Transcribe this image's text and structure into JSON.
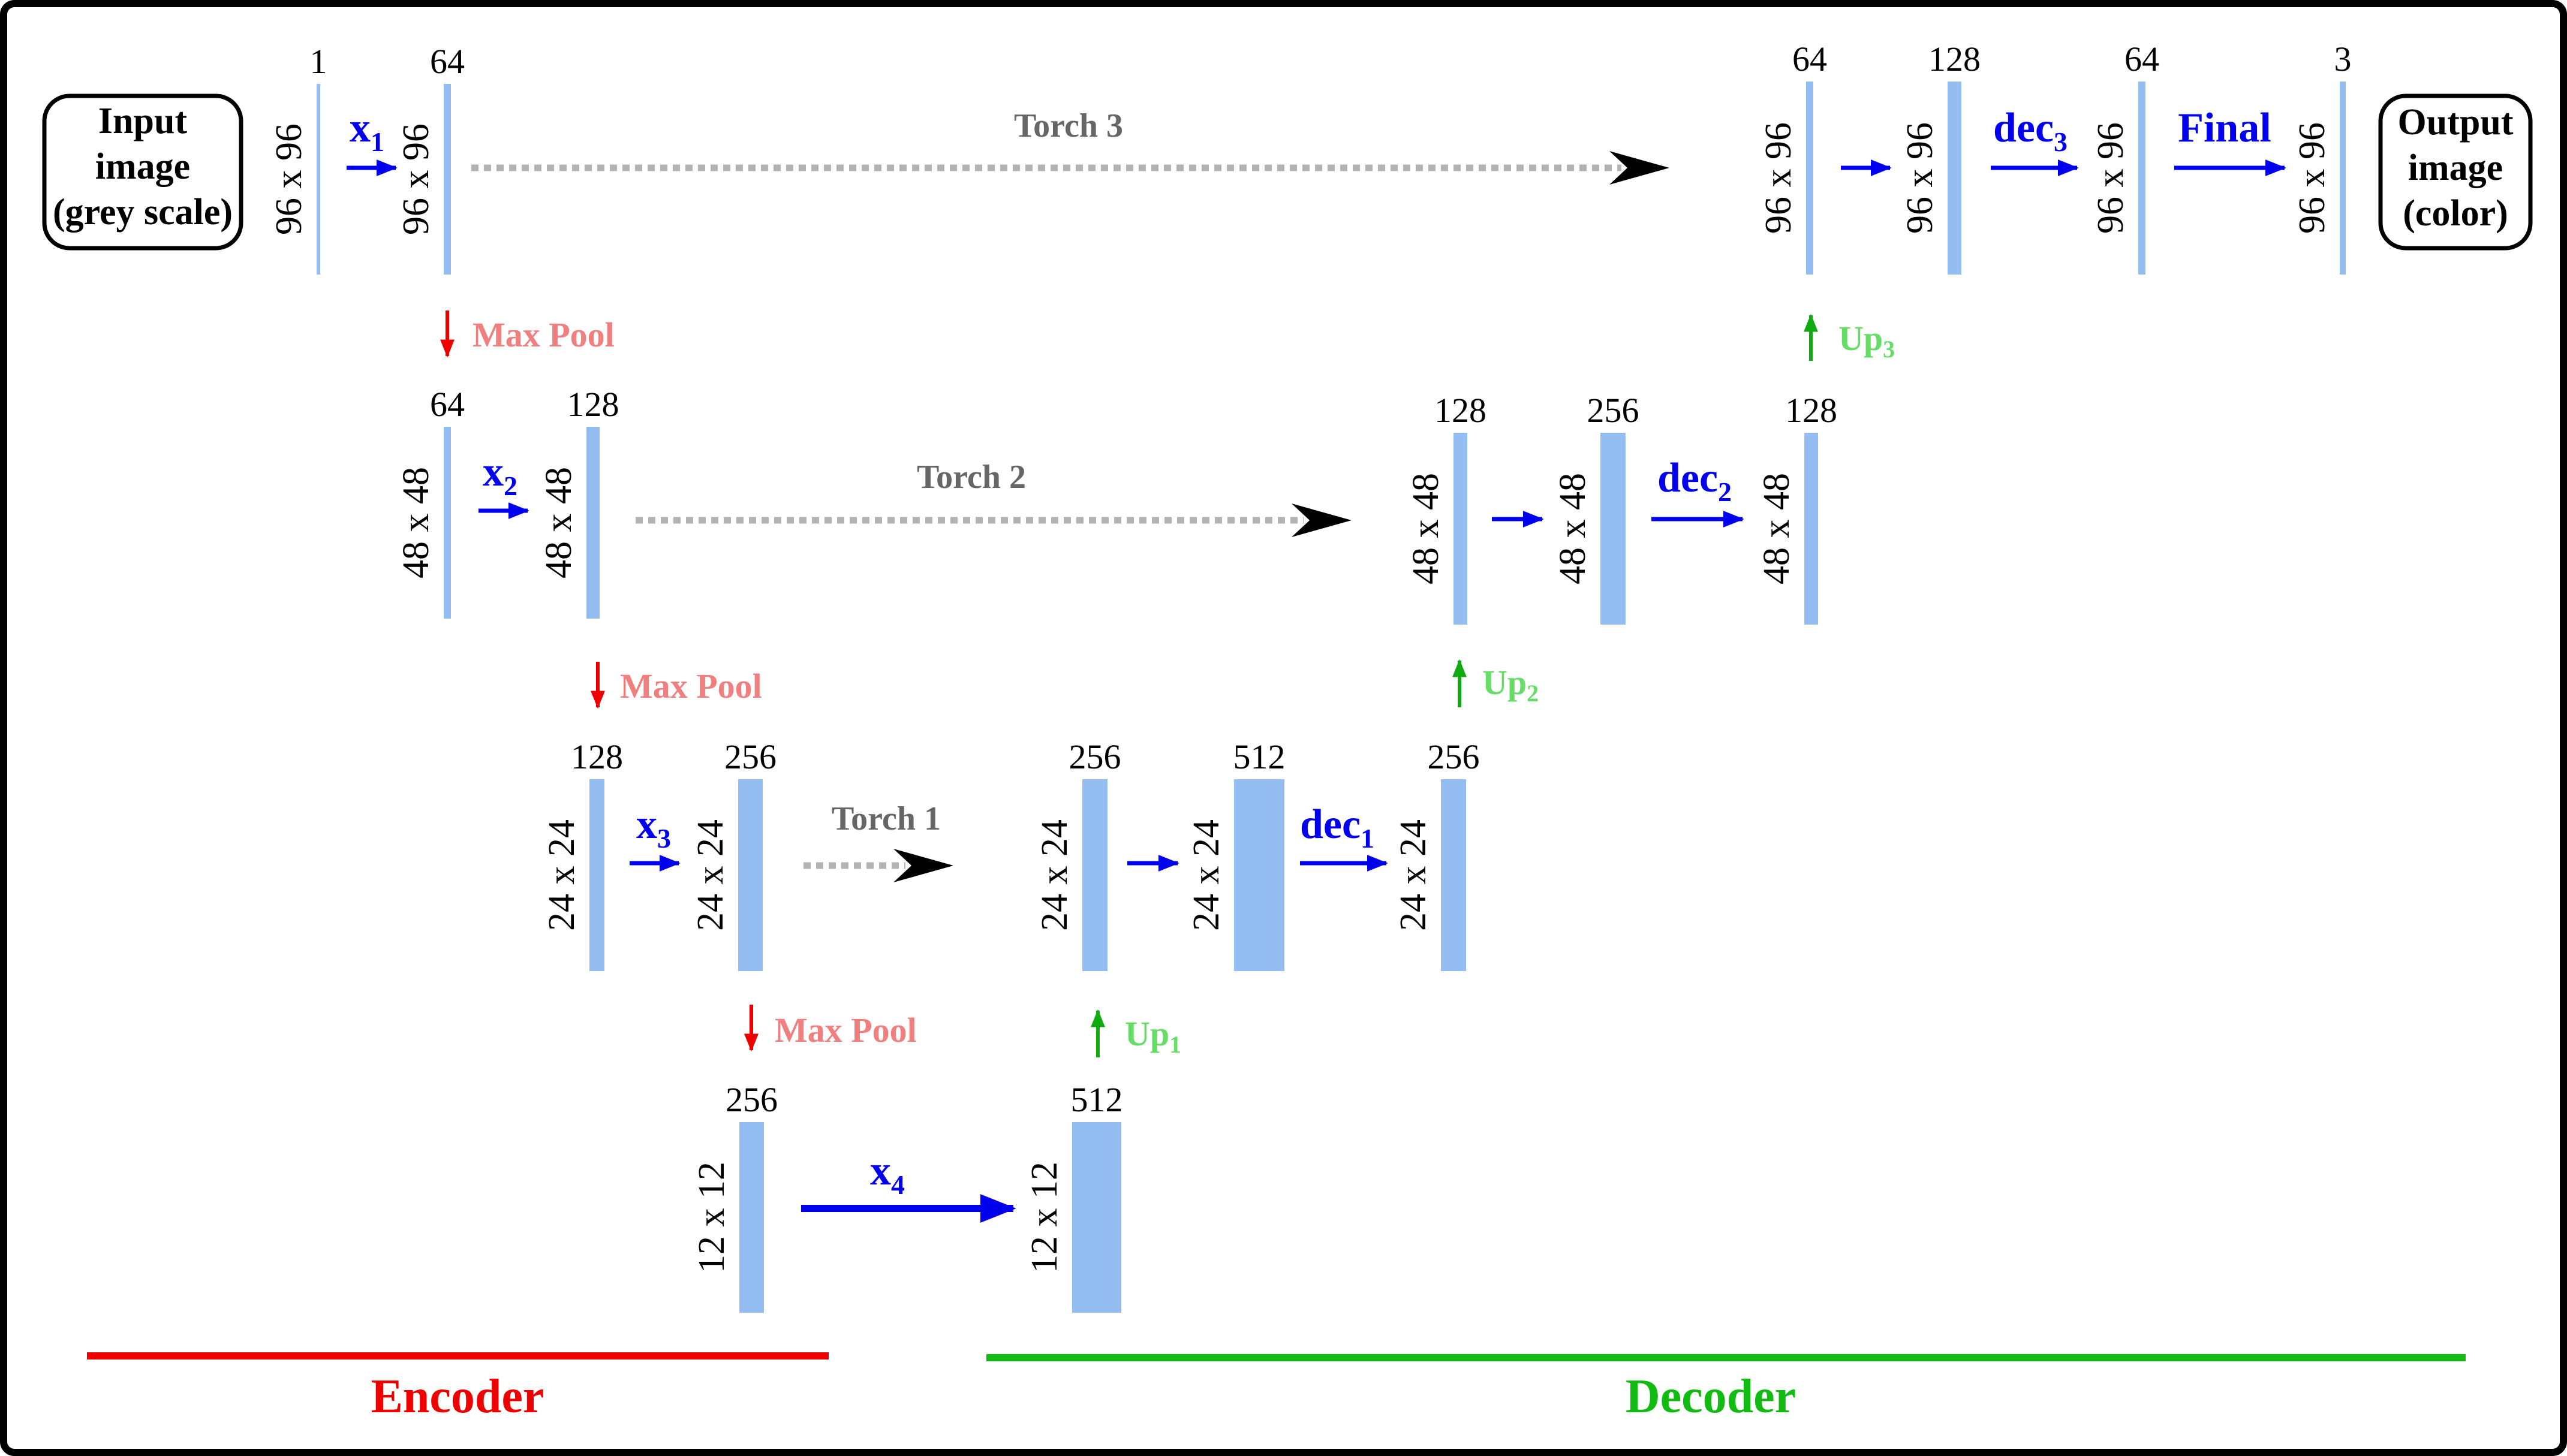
{
  "colors": {
    "frame": "#000000",
    "feature_map": "#94bdf2",
    "conv_arrow": "#0000ee",
    "skip_line": "#b3b3b3",
    "skip_head": "#000000",
    "pool_arrow": "#ee0000",
    "pool_label": "#f08080",
    "up_arrow": "#11aa11",
    "up_label": "#66dd66",
    "encoder": "#ee0000",
    "decoder": "#11bb11"
  },
  "input_box": {
    "lines": [
      "Input",
      "image",
      "(grey scale)"
    ]
  },
  "output_box": {
    "lines": [
      "Output",
      "image",
      "(color)"
    ]
  },
  "encoder_label": "Encoder",
  "decoder_label": "Decoder",
  "feature_maps": [
    {
      "id": "e1a",
      "channels": "1",
      "size": "96 x 96"
    },
    {
      "id": "e1b",
      "channels": "64",
      "size": "96 x 96"
    },
    {
      "id": "e2a",
      "channels": "64",
      "size": "48 x 48"
    },
    {
      "id": "e2b",
      "channels": "128",
      "size": "48 x 48"
    },
    {
      "id": "e3a",
      "channels": "128",
      "size": "24 x 24"
    },
    {
      "id": "e3b",
      "channels": "256",
      "size": "24 x 24"
    },
    {
      "id": "e4",
      "channels": "256",
      "size": "12 x 12"
    },
    {
      "id": "b4",
      "channels": "512",
      "size": "12 x 12"
    },
    {
      "id": "d1a",
      "channels": "256",
      "size": "24 x 24"
    },
    {
      "id": "d1b",
      "channels": "512",
      "size": "24 x 24"
    },
    {
      "id": "d1c",
      "channels": "256",
      "size": "24 x 24"
    },
    {
      "id": "d2a",
      "channels": "128",
      "size": "48 x 48"
    },
    {
      "id": "d2b",
      "channels": "256",
      "size": "48 x 48"
    },
    {
      "id": "d2c",
      "channels": "128",
      "size": "48 x 48"
    },
    {
      "id": "d3a",
      "channels": "64",
      "size": "96 x 96"
    },
    {
      "id": "d3b",
      "channels": "128",
      "size": "96 x 96"
    },
    {
      "id": "d3c",
      "channels": "64",
      "size": "96 x 96"
    },
    {
      "id": "out",
      "channels": "3",
      "size": "96 x 96"
    }
  ],
  "conv_labels": [
    {
      "id": "x1",
      "base": "x",
      "sub": "1"
    },
    {
      "id": "x2",
      "base": "x",
      "sub": "2"
    },
    {
      "id": "x3",
      "base": "x",
      "sub": "3"
    },
    {
      "id": "x4",
      "base": "x",
      "sub": "4"
    },
    {
      "id": "dec1",
      "base": "dec",
      "sub": "1"
    },
    {
      "id": "dec2",
      "base": "dec",
      "sub": "2"
    },
    {
      "id": "dec3",
      "base": "dec",
      "sub": "3"
    },
    {
      "id": "final",
      "base": "Final",
      "sub": ""
    }
  ],
  "skip_connections": [
    {
      "id": "torch1",
      "label": "Torch 1"
    },
    {
      "id": "torch2",
      "label": "Torch 2"
    },
    {
      "id": "torch3",
      "label": "Torch 3"
    }
  ],
  "pool_ops": [
    {
      "id": "pool1",
      "label": "Max Pool"
    },
    {
      "id": "pool2",
      "label": "Max Pool"
    },
    {
      "id": "pool3",
      "label": "Max Pool"
    }
  ],
  "up_ops": [
    {
      "id": "up1",
      "base": "Up",
      "sub": "1"
    },
    {
      "id": "up2",
      "base": "Up",
      "sub": "2"
    },
    {
      "id": "up3",
      "base": "Up",
      "sub": "3"
    }
  ]
}
